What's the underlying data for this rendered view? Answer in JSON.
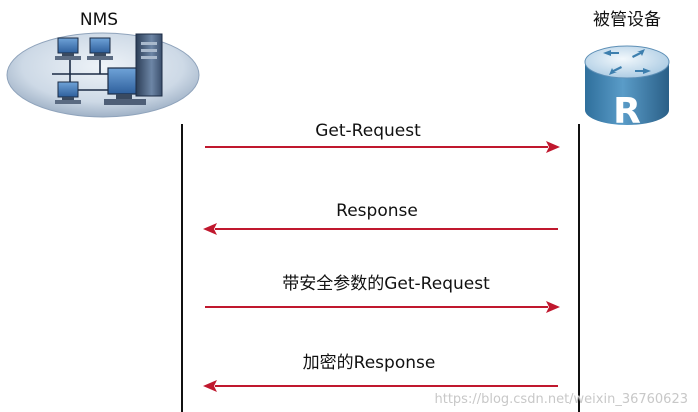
{
  "nodes": {
    "left": {
      "label": "NMS",
      "icon": "network-computers-icon"
    },
    "right": {
      "label": "被管设备",
      "icon": "router-icon"
    }
  },
  "messages": [
    {
      "label": "Get-Request",
      "direction": "right"
    },
    {
      "label": "Response",
      "direction": "left"
    },
    {
      "label": "带安全参数的Get-Request",
      "direction": "right"
    },
    {
      "label": "加密的Response",
      "direction": "left"
    }
  ],
  "watermark": "https://blog.csdn.net/weixin_36760623",
  "colors": {
    "arrow": "#c0182e",
    "lifeline": "#111111",
    "router_body": "#3d7fae",
    "router_top": "#cfe3f1"
  }
}
